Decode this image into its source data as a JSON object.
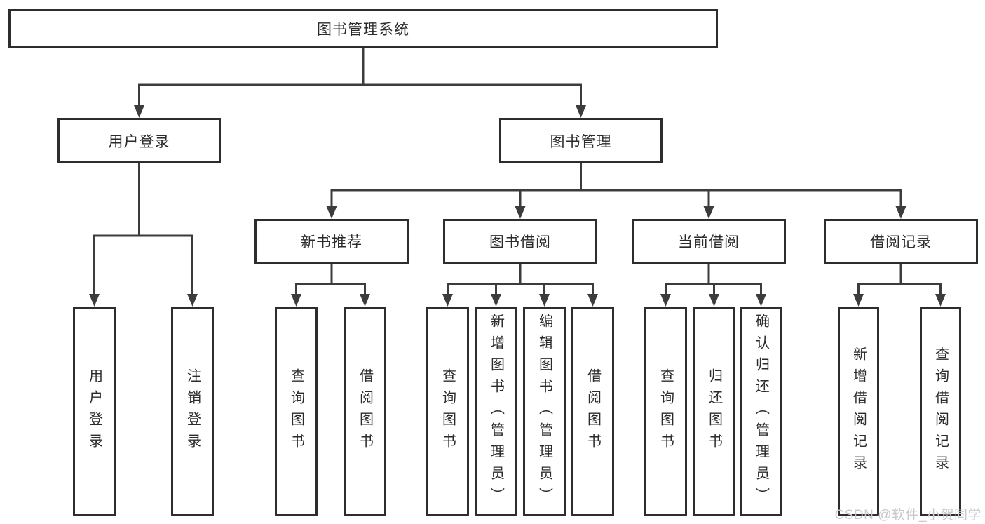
{
  "diagram": {
    "root_label": "图书管理系统",
    "level2": {
      "user_login": "用户登录",
      "book_management": "图书管理"
    },
    "level3": {
      "new_book_recommend": "新书推荐",
      "book_borrow": "图书借阅",
      "current_borrow": "当前借阅",
      "borrow_records": "借阅记录"
    },
    "leaves": {
      "user_login": [
        "用户登录",
        "注销登录"
      ],
      "new_book_recommend": [
        "查询图书",
        "借阅图书"
      ],
      "book_borrow": [
        "查询图书",
        "新增图书（管理员）",
        "编辑图书（管理员）",
        "借阅图书"
      ],
      "current_borrow": [
        "查询图书",
        "归还图书",
        "确认归还（管理员）"
      ],
      "borrow_records": [
        "新增借阅记录",
        "查询借阅记录"
      ]
    }
  },
  "watermark": "CSDN @软件_小贺同学",
  "colors": {
    "line": "#3c3c3c",
    "box_border": "#2d2d2d",
    "text": "#2b2b2b",
    "watermark": "#c9c9c9"
  }
}
